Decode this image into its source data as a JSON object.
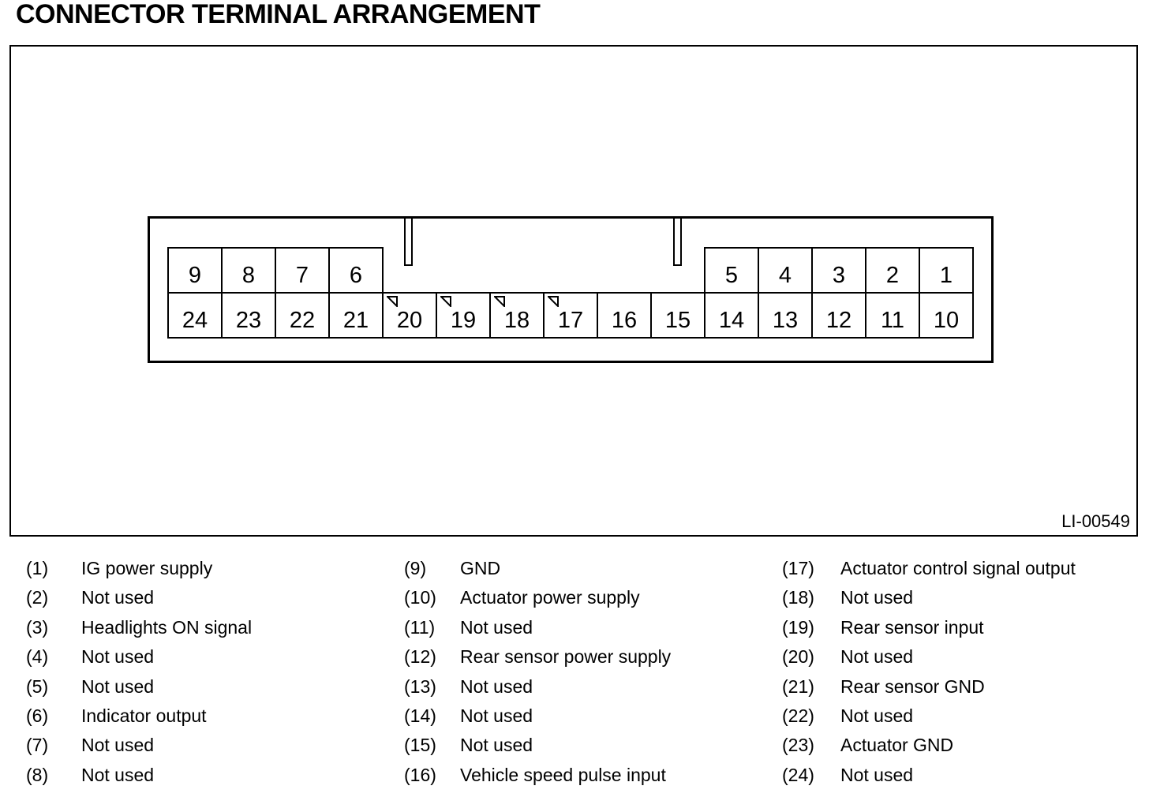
{
  "title": "CONNECTOR TERMINAL ARRANGEMENT",
  "figure": {
    "code": "LI-00549",
    "connector": {
      "top_left_row": [
        "9",
        "8",
        "7",
        "6"
      ],
      "top_right_row": [
        "5",
        "4",
        "3",
        "2",
        "1"
      ],
      "bottom_row": [
        "24",
        "23",
        "22",
        "21",
        "20",
        "19",
        "18",
        "17",
        "16",
        "15",
        "14",
        "13",
        "12",
        "11",
        "10"
      ],
      "marked_terminals": [
        "20",
        "19",
        "18",
        "17"
      ]
    }
  },
  "legend": {
    "columns": [
      {
        "rows": [
          {
            "n": "(1)",
            "label": "IG power supply"
          },
          {
            "n": "(2)",
            "label": "Not used"
          },
          {
            "n": "(3)",
            "label": "Headlights ON signal"
          },
          {
            "n": "(4)",
            "label": "Not used"
          },
          {
            "n": "(5)",
            "label": "Not used"
          },
          {
            "n": "(6)",
            "label": "Indicator output"
          },
          {
            "n": "(7)",
            "label": "Not used"
          },
          {
            "n": "(8)",
            "label": "Not used"
          }
        ]
      },
      {
        "rows": [
          {
            "n": "(9)",
            "label": "GND"
          },
          {
            "n": "(10)",
            "label": "Actuator power supply"
          },
          {
            "n": "(11)",
            "label": "Not used"
          },
          {
            "n": "(12)",
            "label": "Rear sensor power supply"
          },
          {
            "n": "(13)",
            "label": "Not used"
          },
          {
            "n": "(14)",
            "label": "Not used"
          },
          {
            "n": "(15)",
            "label": "Not used"
          },
          {
            "n": "(16)",
            "label": "Vehicle speed pulse input"
          }
        ]
      },
      {
        "rows": [
          {
            "n": "(17)",
            "label": "Actuator control signal output"
          },
          {
            "n": "(18)",
            "label": "Not used"
          },
          {
            "n": "(19)",
            "label": "Rear sensor input"
          },
          {
            "n": "(20)",
            "label": "Not used"
          },
          {
            "n": "(21)",
            "label": "Rear sensor GND"
          },
          {
            "n": "(22)",
            "label": "Not used"
          },
          {
            "n": "(23)",
            "label": "Actuator GND"
          },
          {
            "n": "(24)",
            "label": "Not used"
          }
        ]
      }
    ]
  }
}
